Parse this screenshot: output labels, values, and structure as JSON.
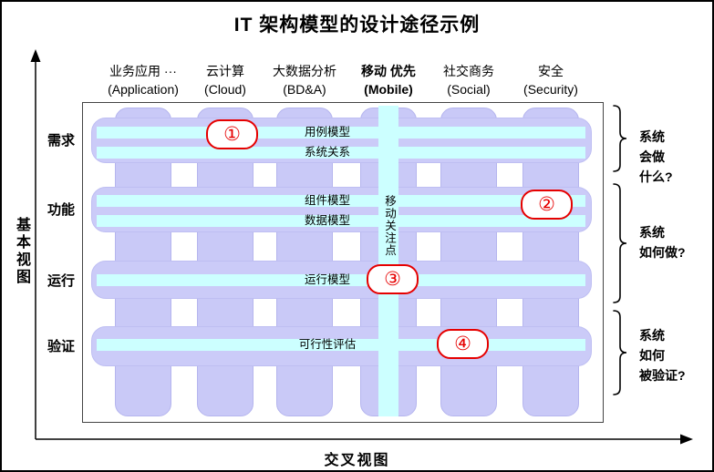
{
  "title": "IT 架构模型的设计途径示例",
  "axes": {
    "y_label": "基本视图",
    "x_label": "交叉视图"
  },
  "columns": [
    {
      "label": "业务应用 ···",
      "sub": "(Application)"
    },
    {
      "label": "云计算",
      "sub": "(Cloud)"
    },
    {
      "label": "大数据分析",
      "sub": "(BD&A)"
    },
    {
      "label": "移动 优先",
      "sub": "(Mobile)"
    },
    {
      "label": "社交商务",
      "sub": "(Social)"
    },
    {
      "label": "安全",
      "sub": "(Security)"
    }
  ],
  "rows": [
    {
      "label": "需求",
      "models": [
        "用例模型",
        "系统关系"
      ],
      "badge": "①"
    },
    {
      "label": "功能",
      "models": [
        "组件模型",
        "数据模型"
      ],
      "badge": "②"
    },
    {
      "label": "运行",
      "models": [
        "运行模型"
      ],
      "badge": "③"
    },
    {
      "label": "验证",
      "models": [
        "可行性评估"
      ],
      "badge": "④"
    }
  ],
  "mobile_focus_label": "移动关注点",
  "right_annotations": [
    "系统\n会做\n什么?",
    "系统\n如何做?",
    "系统\n如何\n被验证?"
  ],
  "colors": {
    "column_fill": "#c9c9f7",
    "row_fill": "#cbcbf8",
    "bar_fill": "#ccffff",
    "badge_red": "#e60000"
  }
}
